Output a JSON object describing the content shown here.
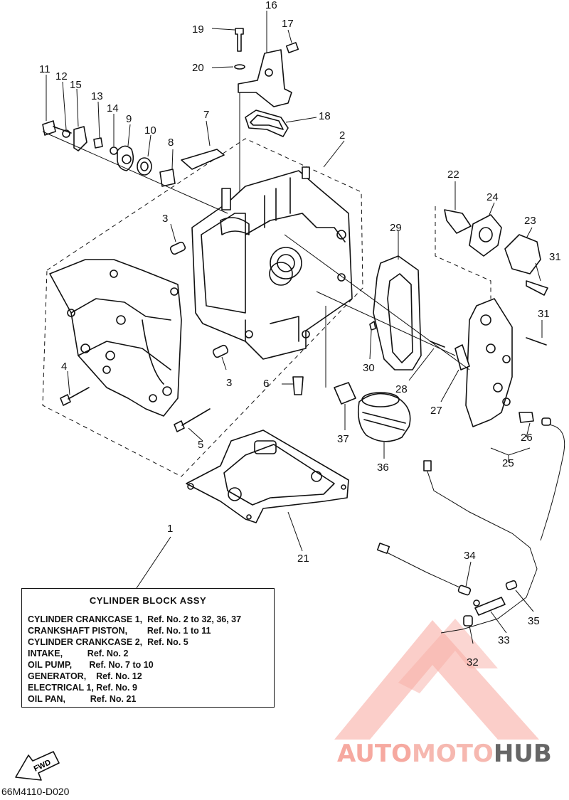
{
  "callouts": {
    "c1": "1",
    "c2": "2",
    "c3a": "3",
    "c3b": "3",
    "c4": "4",
    "c5": "5",
    "c6": "6",
    "c7": "7",
    "c8": "8",
    "c9": "9",
    "c10": "10",
    "c11": "11",
    "c12": "12",
    "c13": "13",
    "c14": "14",
    "c15": "15",
    "c16": "16",
    "c17": "17",
    "c18": "18",
    "c19": "19",
    "c20": "20",
    "c21": "21",
    "c22": "22",
    "c23": "23",
    "c24": "24",
    "c25": "25",
    "c26": "26",
    "c27": "27",
    "c28": "28",
    "c29": "29",
    "c30": "30",
    "c31a": "31",
    "c31b": "31",
    "c32": "32",
    "c33": "33",
    "c34": "34",
    "c35": "35",
    "c36": "36",
    "c37": "37"
  },
  "assy_box": {
    "title": "CYLINDER BLOCK ASSY",
    "rows": [
      "CYLINDER CRANKCASE 1,  Ref. No. 2 to 32, 36, 37",
      "CRANKSHAFT PISTON,        Ref. No. 1 to 11",
      "CYLINDER CRANKCASE 2,  Ref. No. 5",
      "INTAKE,          Ref. No. 2",
      "OIL PUMP,       Ref. No. 7 to 10",
      "GENERATOR,    Ref. No. 12",
      "ELECTRICAL 1, Ref. No. 9",
      "OIL PAN,          Ref. No. 21"
    ]
  },
  "fwd_label": "FWD",
  "drawing_code": "66M4110-D020",
  "watermark": {
    "part1": "AUTO",
    "part2": "MOTO",
    "part3": "HUB"
  },
  "colors": {
    "line": "#111111",
    "watermark_red": "#f26a5a",
    "watermark_grey": "#666666"
  }
}
